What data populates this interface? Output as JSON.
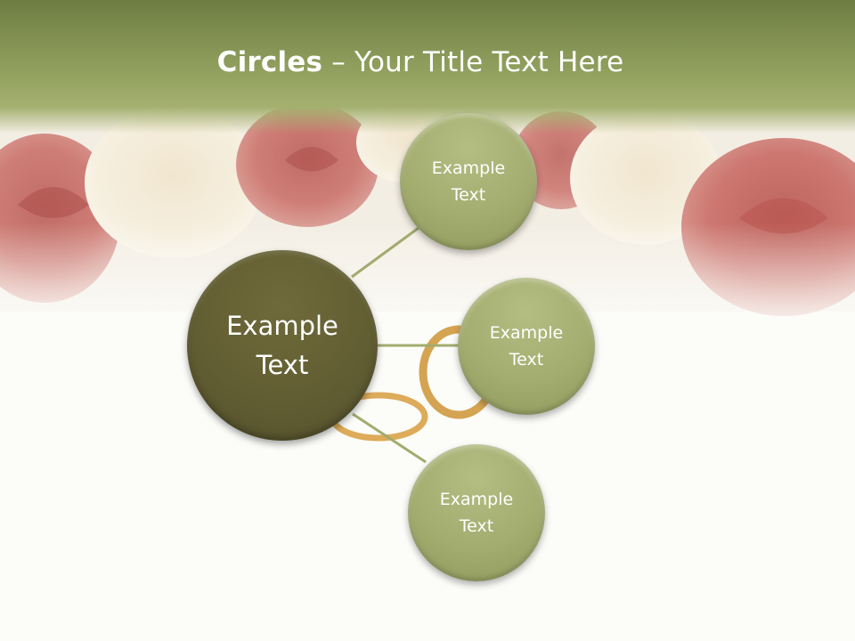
{
  "title": {
    "bold": "Circles",
    "rest": " – Your Title Text Here"
  },
  "center": {
    "line1": "Example",
    "line2": "Text"
  },
  "satellites": [
    {
      "line1": "Example",
      "line2": "Text"
    },
    {
      "line1": "Example",
      "line2": "Text"
    },
    {
      "line1": "Example",
      "line2": "Text"
    }
  ],
  "colors": {
    "title_bar": "#8c9b5a",
    "center_circle": "#625e33",
    "satellite_circle": "#a4ad70",
    "connector": "#a2ab6e"
  }
}
